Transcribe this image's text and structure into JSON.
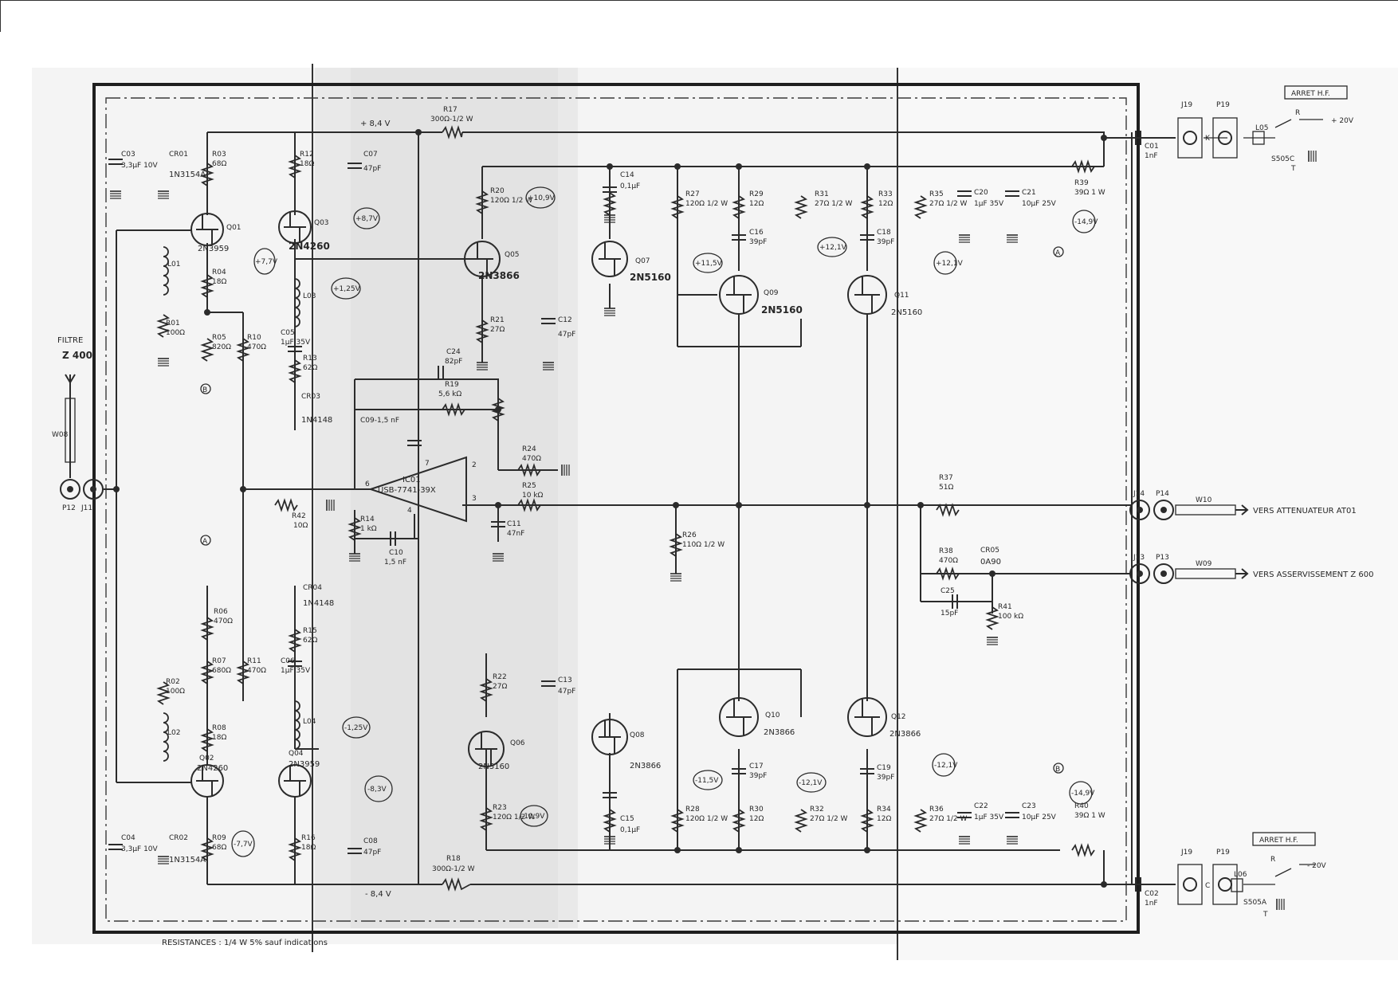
{
  "notes": {
    "resistances": "RESISTANCES : 1/4 W 5% sauf indications",
    "filter_title": "FILTRE",
    "filter_id": "Z 400"
  },
  "outputs": [
    {
      "text": "VERS ATTENUATEUR AT01"
    },
    {
      "text": "VERS ASSERVISSEMENT Z 600"
    }
  ],
  "arret": [
    {
      "label": "ARRET H.F.",
      "supply": "+ 20V",
      "relay": "S505C"
    },
    {
      "label": "ARRET H.F.",
      "supply": "- 20V",
      "relay": "S505A"
    }
  ],
  "rails": {
    "pos": "+ 8,4 V",
    "neg": "- 8,4 V"
  },
  "ic": {
    "ref": "IC01",
    "part": "USB-7741-39X"
  },
  "transistors": [
    {
      "ref": "Q01",
      "part": "2N3959"
    },
    {
      "ref": "Q03",
      "part": "2N4260"
    },
    {
      "ref": "Q05",
      "part": "2N3866"
    },
    {
      "ref": "Q07",
      "part": "2N5160"
    },
    {
      "ref": "Q09",
      "part": "2N5160"
    },
    {
      "ref": "Q11",
      "part": "2N5160"
    },
    {
      "ref": "Q02",
      "part": "2N4260"
    },
    {
      "ref": "Q04",
      "part": "2N3959"
    },
    {
      "ref": "Q06",
      "part": "2N5160"
    },
    {
      "ref": "Q08",
      "part": "2N3866"
    },
    {
      "ref": "Q10",
      "part": "2N3866"
    },
    {
      "ref": "Q12",
      "part": "2N3866"
    }
  ],
  "diodes": [
    {
      "ref": "CR01",
      "part": "1N3154A"
    },
    {
      "ref": "CR02",
      "part": "1N3154A"
    },
    {
      "ref": "CR03",
      "part": "1N4148"
    },
    {
      "ref": "CR04",
      "part": "1N4148"
    },
    {
      "ref": "CR05",
      "part": "0A90"
    }
  ],
  "resistors": [
    {
      "ref": "R01",
      "value": "100Ω"
    },
    {
      "ref": "R02",
      "value": "100Ω"
    },
    {
      "ref": "R03",
      "value": "68Ω"
    },
    {
      "ref": "R04",
      "value": "18Ω"
    },
    {
      "ref": "R05",
      "value": "820Ω"
    },
    {
      "ref": "R06",
      "value": "470Ω"
    },
    {
      "ref": "R07",
      "value": "680Ω"
    },
    {
      "ref": "R08",
      "value": "18Ω"
    },
    {
      "ref": "R09",
      "value": "68Ω"
    },
    {
      "ref": "R10",
      "value": "470Ω"
    },
    {
      "ref": "R11",
      "value": "470Ω"
    },
    {
      "ref": "R12",
      "value": "18Ω"
    },
    {
      "ref": "R13",
      "value": "62Ω"
    },
    {
      "ref": "R14",
      "value": "1 kΩ"
    },
    {
      "ref": "R15",
      "value": "62Ω"
    },
    {
      "ref": "R16",
      "value": "18Ω"
    },
    {
      "ref": "R17",
      "value": "300Ω-1/2 W"
    },
    {
      "ref": "R18",
      "value": "300Ω-1/2 W"
    },
    {
      "ref": "R19",
      "value": "5,6 kΩ"
    },
    {
      "ref": "R20",
      "value": "120Ω 1/2 W"
    },
    {
      "ref": "R21",
      "value": "27Ω"
    },
    {
      "ref": "R22",
      "value": "27Ω"
    },
    {
      "ref": "R23",
      "value": "120Ω 1/2 W"
    },
    {
      "ref": "R24",
      "value": "470Ω"
    },
    {
      "ref": "R25",
      "value": "10 kΩ"
    },
    {
      "ref": "R26",
      "value": "110Ω 1/2 W"
    },
    {
      "ref": "R27",
      "value": "120Ω 1/2 W"
    },
    {
      "ref": "R28",
      "value": "120Ω 1/2 W"
    },
    {
      "ref": "R29",
      "value": "12Ω"
    },
    {
      "ref": "R30",
      "value": "12Ω"
    },
    {
      "ref": "R31",
      "value": "27Ω 1/2 W"
    },
    {
      "ref": "R32",
      "value": "27Ω 1/2 W"
    },
    {
      "ref": "R33",
      "value": "12Ω"
    },
    {
      "ref": "R34",
      "value": "12Ω"
    },
    {
      "ref": "R35",
      "value": "27Ω 1/2 W"
    },
    {
      "ref": "R36",
      "value": "27Ω 1/2 W"
    },
    {
      "ref": "R37",
      "value": "51Ω"
    },
    {
      "ref": "R38",
      "value": "470Ω"
    },
    {
      "ref": "R39",
      "value": "39Ω 1 W"
    },
    {
      "ref": "R40",
      "value": "39Ω 1 W"
    },
    {
      "ref": "R41",
      "value": "100 kΩ"
    },
    {
      "ref": "R42",
      "value": "10Ω"
    }
  ],
  "capacitors": [
    {
      "ref": "C01",
      "value": "1nF"
    },
    {
      "ref": "C02",
      "value": "1nF"
    },
    {
      "ref": "C03",
      "value": "3,3µF 10V"
    },
    {
      "ref": "C04",
      "value": "3,3µF 10V"
    },
    {
      "ref": "C05",
      "value": "1µF 35V"
    },
    {
      "ref": "C06",
      "value": "1µF 35V"
    },
    {
      "ref": "C07",
      "value": "47pF"
    },
    {
      "ref": "C08",
      "value": "47pF"
    },
    {
      "ref": "C09",
      "value": "C09-1,5 nF"
    },
    {
      "ref": "C10",
      "value": "1,5 nF"
    },
    {
      "ref": "C11",
      "value": "47nF"
    },
    {
      "ref": "C12",
      "value": "47pF"
    },
    {
      "ref": "C13",
      "value": "47pF"
    },
    {
      "ref": "C14",
      "value": "0,1µF"
    },
    {
      "ref": "C15",
      "value": "0,1µF"
    },
    {
      "ref": "C16",
      "value": "39pF"
    },
    {
      "ref": "C17",
      "value": "39pF"
    },
    {
      "ref": "C18",
      "value": "39pF"
    },
    {
      "ref": "C19",
      "value": "39pF"
    },
    {
      "ref": "C20",
      "value": "1µF 35V"
    },
    {
      "ref": "C21",
      "value": "10µF 25V"
    },
    {
      "ref": "C22",
      "value": "1µF 35V"
    },
    {
      "ref": "C23",
      "value": "10µF 25V"
    },
    {
      "ref": "C24",
      "value": "82pF"
    },
    {
      "ref": "C25",
      "value": "15pF"
    }
  ],
  "inductors": [
    {
      "ref": "L01"
    },
    {
      "ref": "L02"
    },
    {
      "ref": "L03"
    },
    {
      "ref": "L04"
    },
    {
      "ref": "L05"
    },
    {
      "ref": "L06"
    }
  ],
  "connectors": [
    {
      "ref": "J11"
    },
    {
      "ref": "P12"
    },
    {
      "ref": "W08"
    },
    {
      "ref": "J14"
    },
    {
      "ref": "P14"
    },
    {
      "ref": "W10"
    },
    {
      "ref": "J13"
    },
    {
      "ref": "P13"
    },
    {
      "ref": "W09"
    },
    {
      "ref": "J19"
    },
    {
      "ref": "P19"
    },
    {
      "ref": "K"
    },
    {
      "ref": "C"
    },
    {
      "ref": "R"
    },
    {
      "ref": "T"
    }
  ],
  "voltages": [
    {
      "text": "+7,7V"
    },
    {
      "text": "+8,7V"
    },
    {
      "text": "+1,25V"
    },
    {
      "text": "+10,9V"
    },
    {
      "text": "+11,5V"
    },
    {
      "text": "+12,1V"
    },
    {
      "text": "+12,1V"
    },
    {
      "text": "-14,9V"
    },
    {
      "text": "-7,7V"
    },
    {
      "text": "-8,3V"
    },
    {
      "text": "-1,25V"
    },
    {
      "text": "-10,9V"
    },
    {
      "text": "-11,5V"
    },
    {
      "text": "-12,1V"
    },
    {
      "text": "-12,1V"
    },
    {
      "text": "-14,9V"
    }
  ],
  "testpoints": [
    {
      "text": "A"
    },
    {
      "text": "B"
    },
    {
      "text": "A"
    },
    {
      "text": "B"
    }
  ],
  "ic_pins": [
    {
      "text": "2"
    },
    {
      "text": "3"
    },
    {
      "text": "4"
    },
    {
      "text": "6"
    },
    {
      "text": "7"
    }
  ]
}
